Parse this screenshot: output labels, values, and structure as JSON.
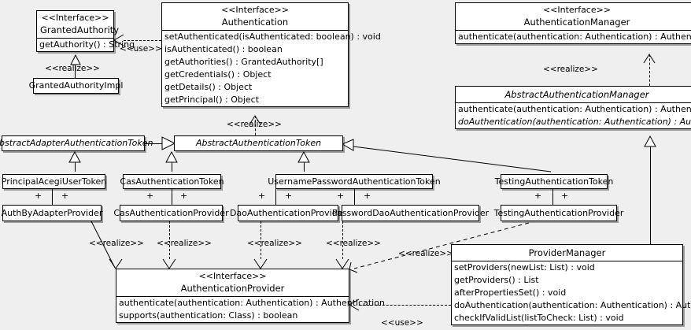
{
  "diagram": {
    "type": "uml-class-diagram",
    "background_color": "#efefef",
    "box_fill": "#ffffff",
    "line_color": "#000000"
  },
  "stereotypes": {
    "interface": "<<Interface>>",
    "realize": "<<realize>>",
    "use": "<<use>>",
    "plus": "+"
  },
  "classes": {
    "granted_authority": {
      "stereotype": "<<Interface>>",
      "name": "GrantedAuthority",
      "methods": [
        "getAuthority() : String"
      ]
    },
    "granted_authority_impl": {
      "name": "GrantedAuthorityImpl"
    },
    "authentication": {
      "stereotype": "<<Interface>>",
      "name": "Authentication",
      "methods": [
        "setAuthenticated(isAuthenticated: boolean) : void",
        "isAuthenticated() : boolean",
        "getAuthorities() : GrantedAuthority[]",
        "getCredentials() : Object",
        "getDetails() : Object",
        "getPrincipal() : Object"
      ]
    },
    "authentication_manager": {
      "stereotype": "<<Interface>>",
      "name": "AuthenticationManager",
      "methods": [
        "authenticate(authentication: Authentication) : Authentication"
      ]
    },
    "abstract_authentication_manager": {
      "name": "AbstractAuthenticationManager",
      "abstract": true,
      "methods": [
        "authenticate(authentication: Authentication) : Authentication",
        "doAuthentication(authentication: Authentication) : Authentication"
      ]
    },
    "abstract_adapter_authentication_token": {
      "name": "AbstractAdapterAuthenticationToken",
      "abstract": true
    },
    "abstract_authentication_token": {
      "name": "AbstractAuthenticationToken",
      "abstract": true
    },
    "principal_acegi_user_token": {
      "name": "PrincipalAcegiUserToken"
    },
    "cas_authentication_token": {
      "name": "CasAuthenticationToken"
    },
    "username_password_authentication_token": {
      "name": "UsernamePasswordAuthenticationToken"
    },
    "testing_authentication_token": {
      "name": "TestingAuthenticationToken"
    },
    "auth_by_adapter_provider": {
      "name": "AuthByAdapterProvider"
    },
    "cas_authentication_provider": {
      "name": "CasAuthenticationProvider"
    },
    "dao_authentication_provider": {
      "name": "DaoAuthenticationProvider"
    },
    "password_dao_authentication_provider": {
      "name": "PasswordDaoAuthenticationProvider"
    },
    "testing_authentication_provider": {
      "name": "TestingAuthenticationProvider"
    },
    "authentication_provider": {
      "stereotype": "<<Interface>>",
      "name": "AuthenticationProvider",
      "methods": [
        "authenticate(authentication: Authentication) : Authentication",
        "supports(authentication: Class) : boolean"
      ]
    },
    "provider_manager": {
      "name": "ProviderManager",
      "methods": [
        "setProviders(newList: List) : void",
        "getProviders() : List",
        "afterPropertiesSet() : void",
        "doAuthentication(authentication: Authentication) : Authentication",
        "checkIfValidList(listToCheck: List) : void"
      ]
    }
  },
  "edge_labels": {
    "use_granted_authority": "<<use>>",
    "realize_granted_authority_impl": "<<realize>>",
    "realize_abstract_authentication_token": "<<realize>>",
    "realize_abstract_authentication_manager": "<<realize>>",
    "realize_auth_by_adapter": "<<realize>>",
    "realize_cas_provider": "<<realize>>",
    "realize_dao_provider": "<<realize>>",
    "realize_password_dao_provider": "<<realize>>",
    "realize_provider_manager": "<<realize>>",
    "use_provider_manager": "<<use>>"
  }
}
